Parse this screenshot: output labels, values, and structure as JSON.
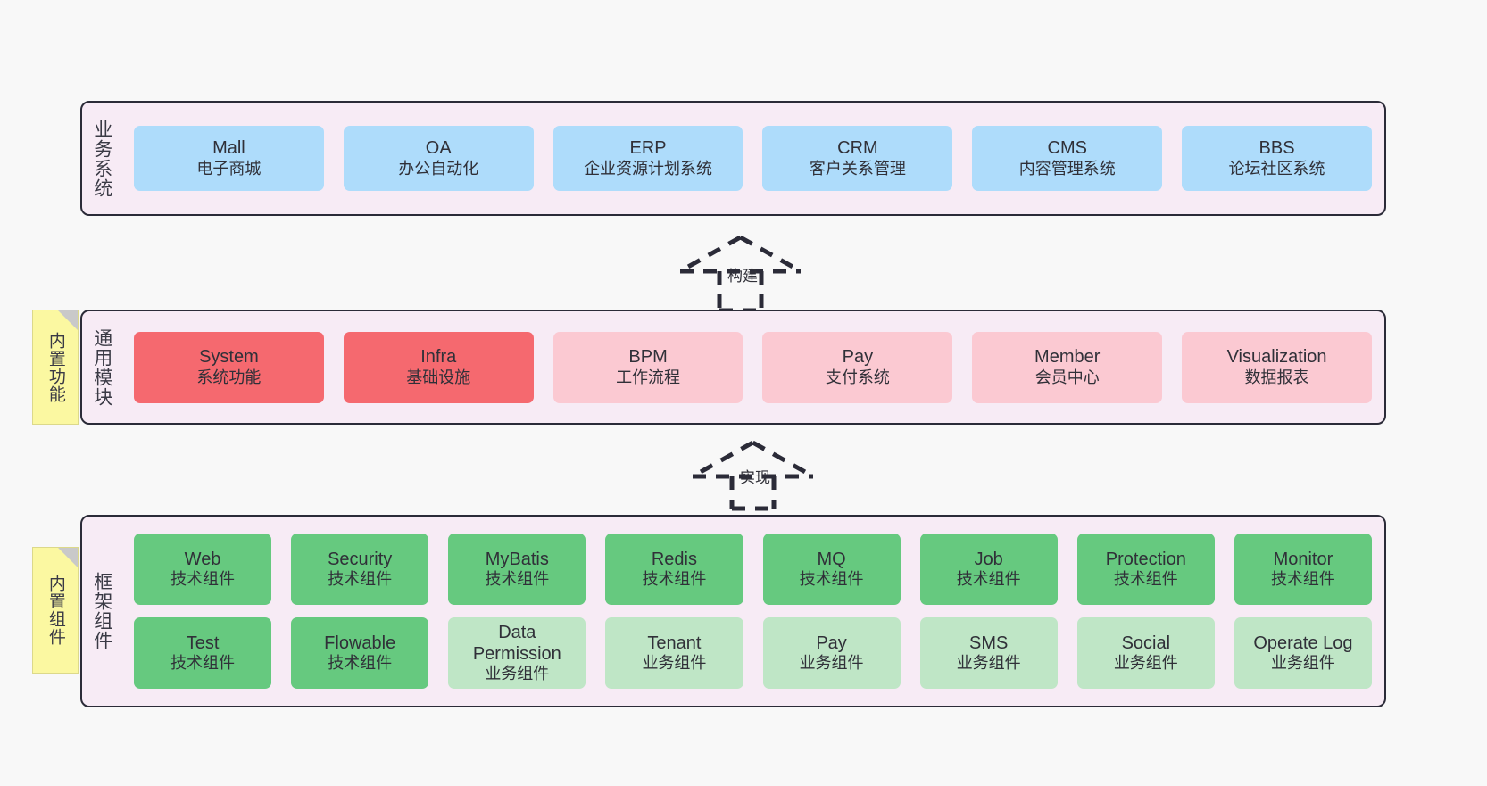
{
  "layers": {
    "business": {
      "title": "业务系统",
      "nodes": [
        {
          "en": "Mall",
          "cn": "电子商城",
          "color": "#aedcfb"
        },
        {
          "en": "OA",
          "cn": "办公自动化",
          "color": "#aedcfb"
        },
        {
          "en": "ERP",
          "cn": "企业资源计划系统",
          "color": "#aedcfb"
        },
        {
          "en": "CRM",
          "cn": "客户关系管理",
          "color": "#aedcfb"
        },
        {
          "en": "CMS",
          "cn": "内容管理系统",
          "color": "#aedcfb"
        },
        {
          "en": "BBS",
          "cn": "论坛社区系统",
          "color": "#aedcfb"
        }
      ]
    },
    "common": {
      "title": "通用模块",
      "sticky": "内置功能",
      "nodes": [
        {
          "en": "System",
          "cn": "系统功能",
          "color": "#f5696f"
        },
        {
          "en": "Infra",
          "cn": "基础设施",
          "color": "#f5696f"
        },
        {
          "en": "BPM",
          "cn": "工作流程",
          "color": "#fbc9d2"
        },
        {
          "en": "Pay",
          "cn": "支付系统",
          "color": "#fbc9d2"
        },
        {
          "en": "Member",
          "cn": "会员中心",
          "color": "#fbc9d2"
        },
        {
          "en": "Visualization",
          "cn": "数据报表",
          "color": "#fbc9d2"
        }
      ]
    },
    "framework": {
      "title": "框架组件",
      "sticky": "内置组件",
      "row1": [
        {
          "en": "Web",
          "cn": "技术组件",
          "color": "#66c97f"
        },
        {
          "en": "Security",
          "cn": "技术组件",
          "color": "#66c97f"
        },
        {
          "en": "MyBatis",
          "cn": "技术组件",
          "color": "#66c97f"
        },
        {
          "en": "Redis",
          "cn": "技术组件",
          "color": "#66c97f"
        },
        {
          "en": "MQ",
          "cn": "技术组件",
          "color": "#66c97f"
        },
        {
          "en": "Job",
          "cn": "技术组件",
          "color": "#66c97f"
        },
        {
          "en": "Protection",
          "cn": "技术组件",
          "color": "#66c97f"
        },
        {
          "en": "Monitor",
          "cn": "技术组件",
          "color": "#66c97f"
        }
      ],
      "row2": [
        {
          "en": "Test",
          "cn": "技术组件",
          "color": "#66c97f"
        },
        {
          "en": "Flowable",
          "cn": "技术组件",
          "color": "#66c97f"
        },
        {
          "en": "Data Permission",
          "cn": "业务组件",
          "color": "#bfe6c6"
        },
        {
          "en": "Tenant",
          "cn": "业务组件",
          "color": "#bfe6c6"
        },
        {
          "en": "Pay",
          "cn": "业务组件",
          "color": "#bfe6c6"
        },
        {
          "en": "SMS",
          "cn": "业务组件",
          "color": "#bfe6c6"
        },
        {
          "en": "Social",
          "cn": "业务组件",
          "color": "#bfe6c6"
        },
        {
          "en": "Operate Log",
          "cn": "业务组件",
          "color": "#bfe6c6"
        }
      ]
    }
  },
  "arrows": {
    "build": "构建",
    "implement": "实现"
  },
  "palette": {
    "canvas_bg": "#f8f8f8",
    "layer_bg": "#f7ebf5",
    "layer_border": "#2b2b38",
    "business_node": "#aedcfb",
    "common_core_node": "#f5696f",
    "common_node": "#fbc9d2",
    "tech_node": "#66c97f",
    "biz_node": "#bfe6c6",
    "sticky_bg": "#fbf8a1",
    "sticky_fold": "#c9c9c9",
    "text": "#303038"
  }
}
